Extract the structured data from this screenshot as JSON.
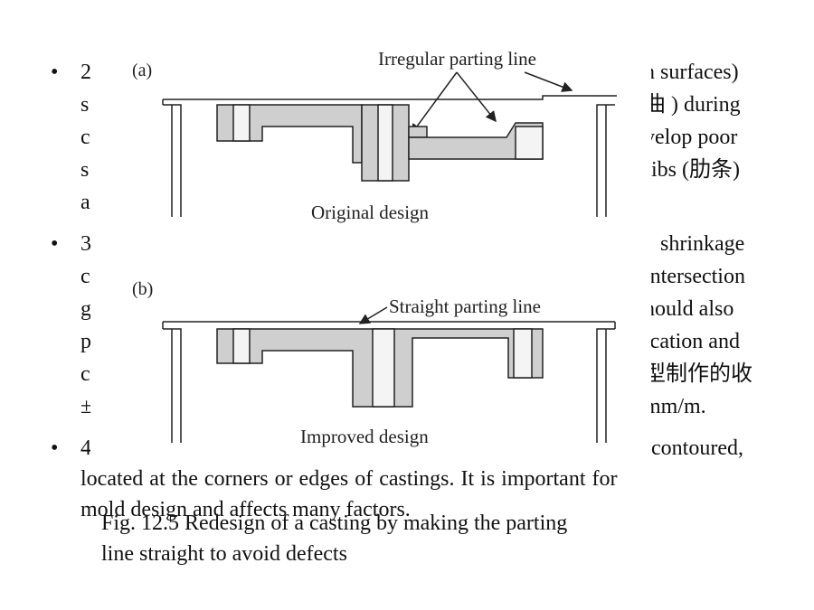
{
  "bullets": {
    "b2": {
      "start_lines": [
        "2",
        "s",
        "c",
        "s",
        "a"
      ],
      "end_lines": [
        "n surfaces)",
        "曲 )  during",
        "velop  poor",
        "ribs (肋条)"
      ]
    },
    "b3": {
      "start_lines": [
        "3",
        "c",
        "g",
        "p",
        "c",
        "±"
      ],
      "end_lines": [
        "shrinkage",
        "intersection",
        "hould  also",
        "ication  and",
        "型制作的收",
        "mm/m."
      ]
    },
    "b4": {
      "start": "4",
      "end": "contoured,",
      "lines": [
        "located at the corners or edges of castings. It is important for",
        "mold design and affects many factors."
      ]
    }
  },
  "figure": {
    "panel_a": {
      "label": "(a)",
      "callout": "Irregular parting line",
      "caption": "Original design"
    },
    "panel_b": {
      "label": "(b)",
      "callout": "Straight parting line",
      "caption": "Improved design"
    },
    "caption_lines": [
      "Fig. 12.5 Redesign of a casting by making the parting",
      "line straight to avoid defects"
    ]
  },
  "colors": {
    "hatch": "#cfcfcf",
    "ink": "#222222"
  }
}
